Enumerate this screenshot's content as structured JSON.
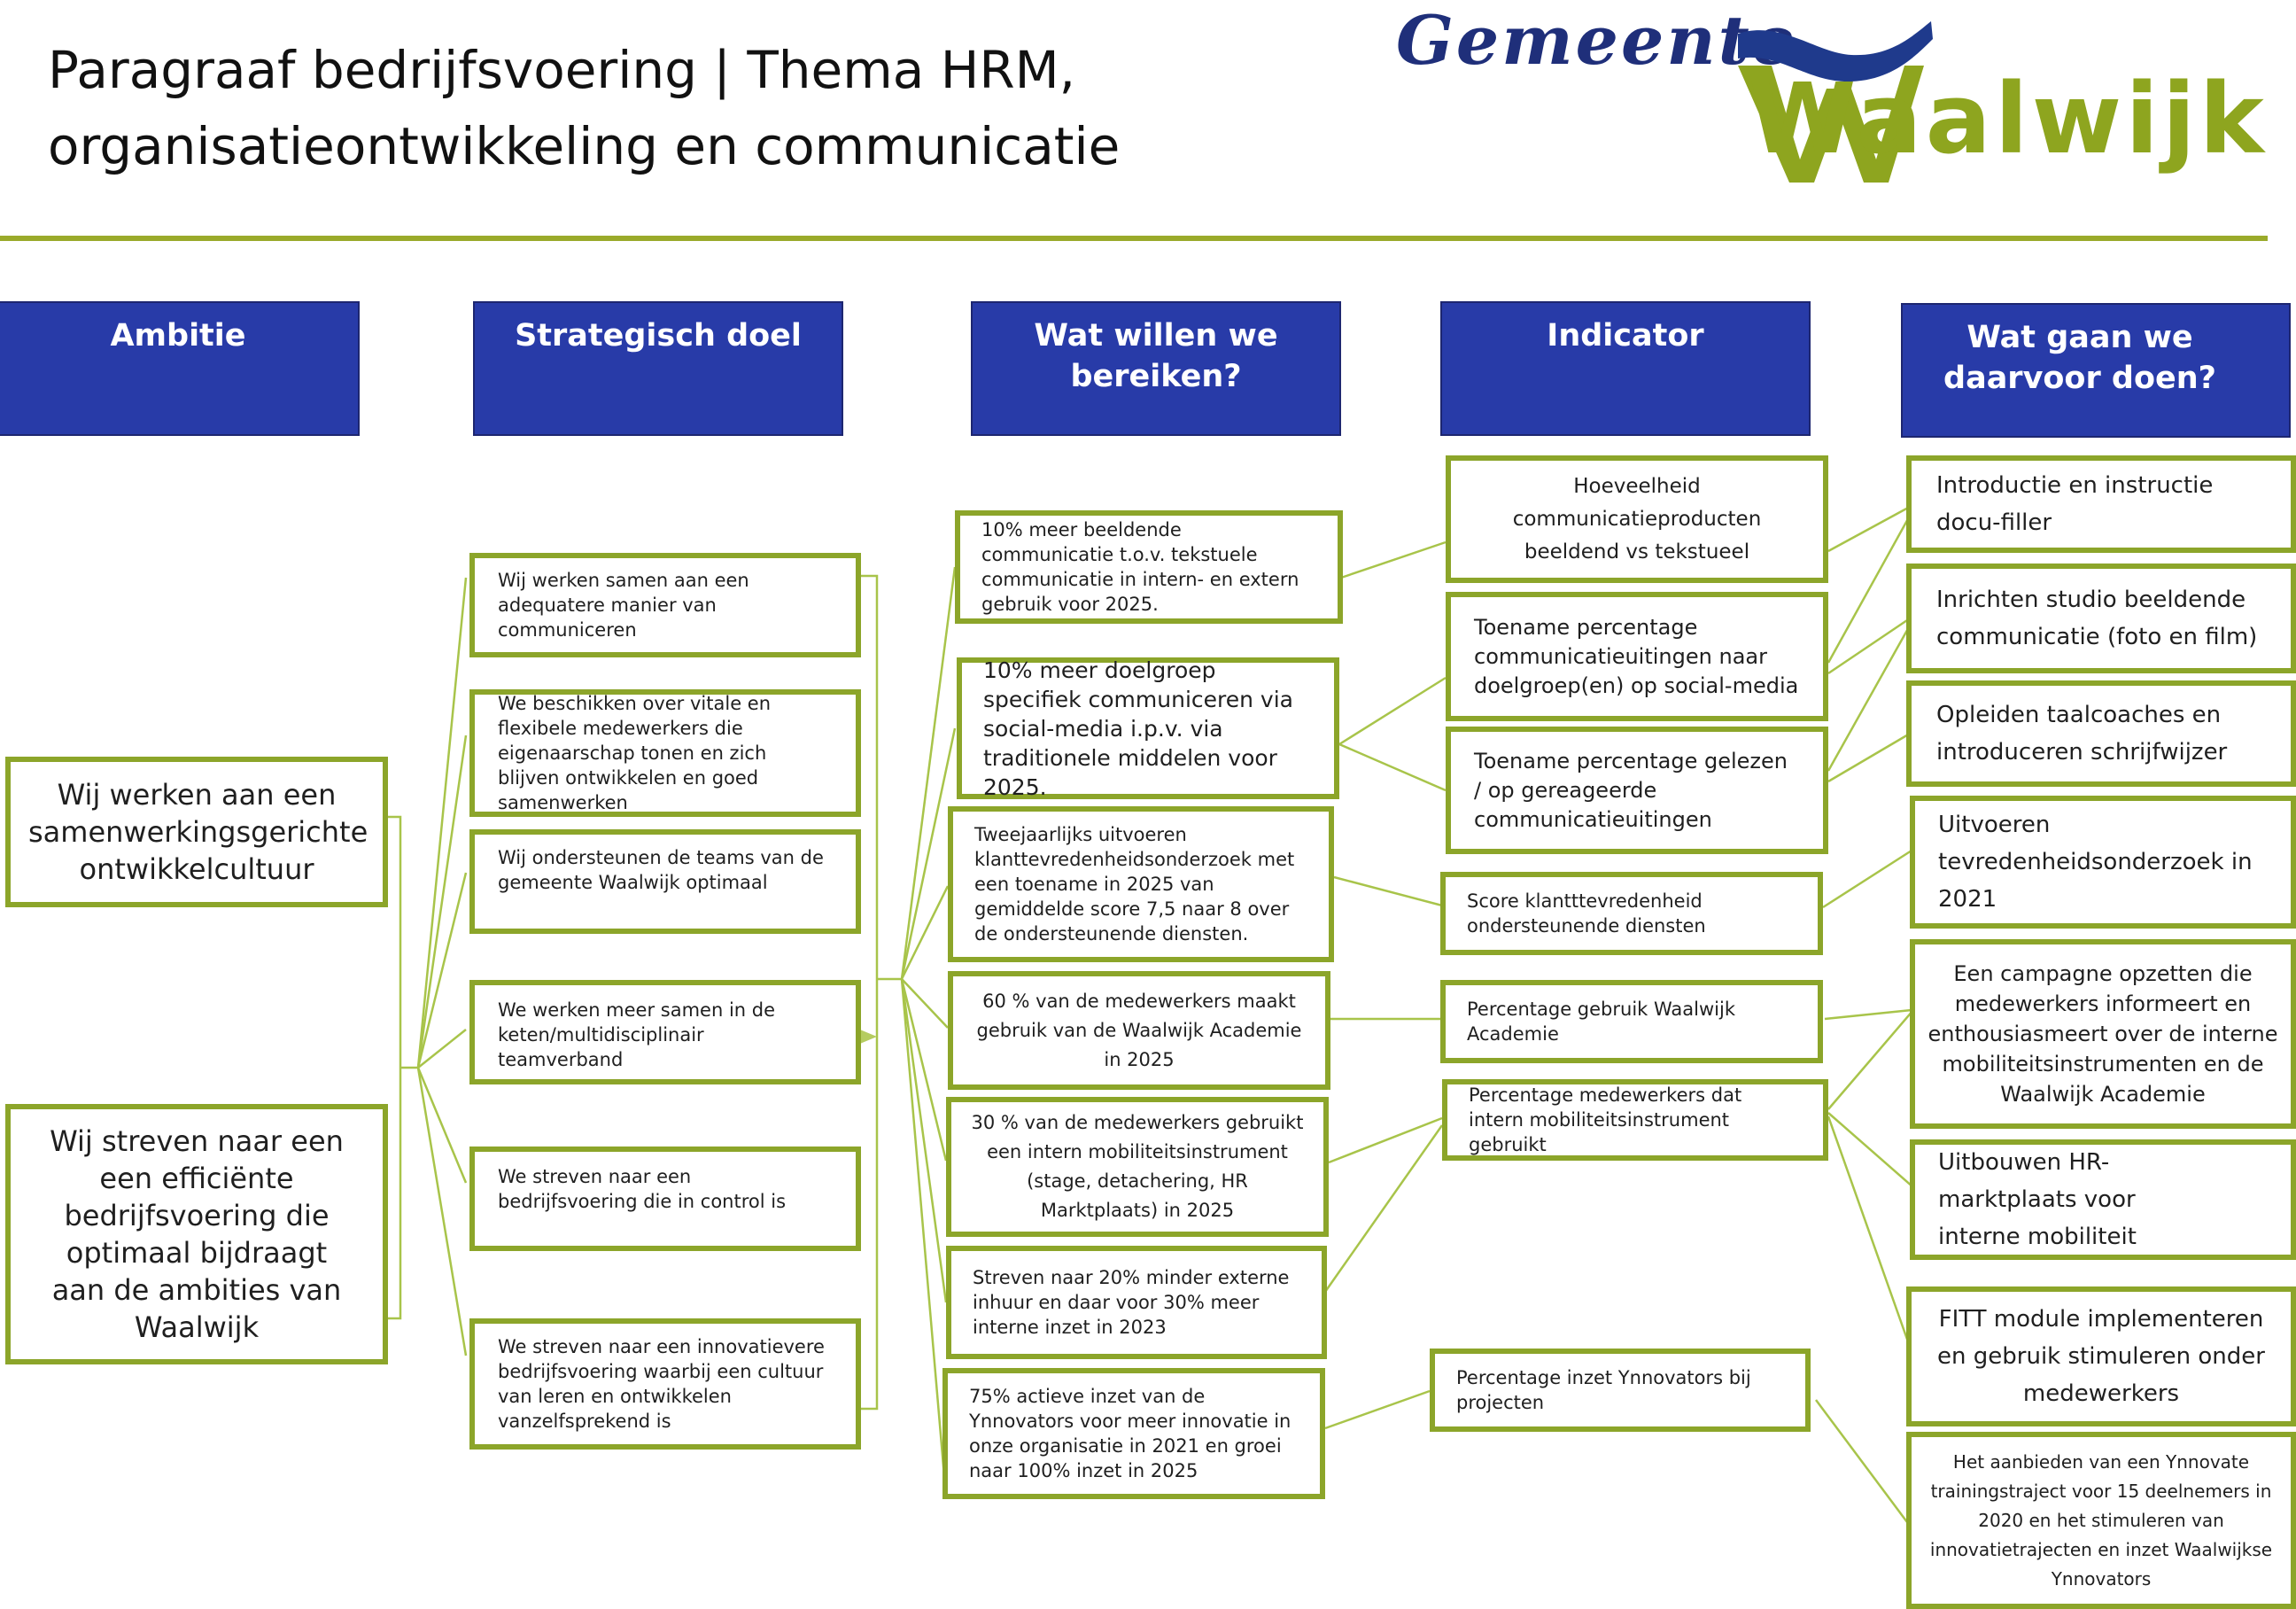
{
  "title": {
    "line1": "Paragraaf bedrijfsvoering  | Thema HRM,",
    "line2": "organisatieontwikkeling en communicatie"
  },
  "logo": {
    "word1": "Gemeente",
    "word2": "Waalwijk",
    "colors": {
      "blue": "#1f2f7a",
      "green": "#8ea51f"
    }
  },
  "colors": {
    "header_fill": "#283ba8",
    "box_border": "#8ca52a",
    "connector": "#9fbf3a"
  },
  "headers": {
    "ambitie": "Ambitie",
    "strategisch_doel": "Strategisch doel",
    "wat_willen": "Wat willen we bereiken?",
    "indicator": "Indicator",
    "wat_gaan": "Wat gaan we daarvoor doen?"
  },
  "ambities": [
    "Wij werken aan een samenwerkingsgerichte ontwikkelcultuur",
    "Wij streven naar een een efficiënte bedrijfsvoering die optimaal bijdraagt aan de ambities van Waalwijk"
  ],
  "doelen": [
    "Wij werken samen aan een adequatere manier van communiceren",
    "We beschikken over vitale en flexibele medewerkers die eigenaarschap tonen en zich blijven ontwikkelen en goed samenwerken",
    "Wij ondersteunen de teams van de gemeente Waalwijk optimaal",
    "We werken meer samen in de keten/multidisciplinair teamverband",
    "We streven naar een bedrijfsvoering die in control is",
    "We streven naar een innovatievere bedrijfsvoering waarbij een cultuur van leren en ontwikkelen vanzelfsprekend is"
  ],
  "resultaten": [
    "10% meer beeldende communicatie t.o.v. tekstuele communicatie in intern- en extern gebruik voor 2025.",
    "10% meer doelgroep specifiek communiceren via social-media i.p.v. via traditionele middelen voor 2025.",
    "Tweejaarlijks uitvoeren klanttevredenheidsonderzoek met een toename in 2025 van gemiddelde score 7,5 naar 8  over de ondersteunende diensten.",
    "60 % van de medewerkers maakt gebruik van de Waalwijk Academie in 2025",
    "30 % van de medewerkers gebruikt een intern mobiliteitsinstrument (stage, detachering, HR Marktplaats) in 2025",
    "Streven naar 20% minder externe inhuur en daar voor 30% meer interne inzet in 2023",
    "75% actieve inzet van de Ynnovators voor meer innovatie in onze organisatie in 2021 en groei naar 100% inzet in 2025"
  ],
  "indicatoren": [
    "Hoeveelheid communicatieproducten beeldend vs tekstueel",
    "Toename percentage communicatieuitingen naar doelgroep(en) op social-media",
    "Toename percentage gelezen / op gereageerde communicatieuitingen",
    "Score klantttevredenheid ondersteunende diensten",
    "Percentage gebruik Waalwijk Academie",
    "Percentage medewerkers dat intern mobiliteitsinstrument gebruikt",
    "Percentage inzet Ynnovators bij projecten"
  ],
  "acties": [
    "Introductie en instructie docu-filler",
    "Inrichten studio beeldende communicatie (foto en film)",
    "Opleiden taalcoaches en introduceren schrijfwijzer",
    "Uitvoeren tevredenheidsonderzoek in 2021",
    "Een campagne opzetten die medewerkers informeert en enthousiasmeert over de interne mobiliteitsinstrumenten en de Waalwijk Academie",
    "Uitbouwen HR-marktplaats voor interne mobiliteit",
    "FITT module implementeren en gebruik stimuleren onder medewerkers",
    "Het aanbieden van een Ynnovate trainingstraject voor 15 deelnemers in 2020 en het stimuleren van innovatietrajecten en inzet Waalwijkse Ynnovators"
  ]
}
